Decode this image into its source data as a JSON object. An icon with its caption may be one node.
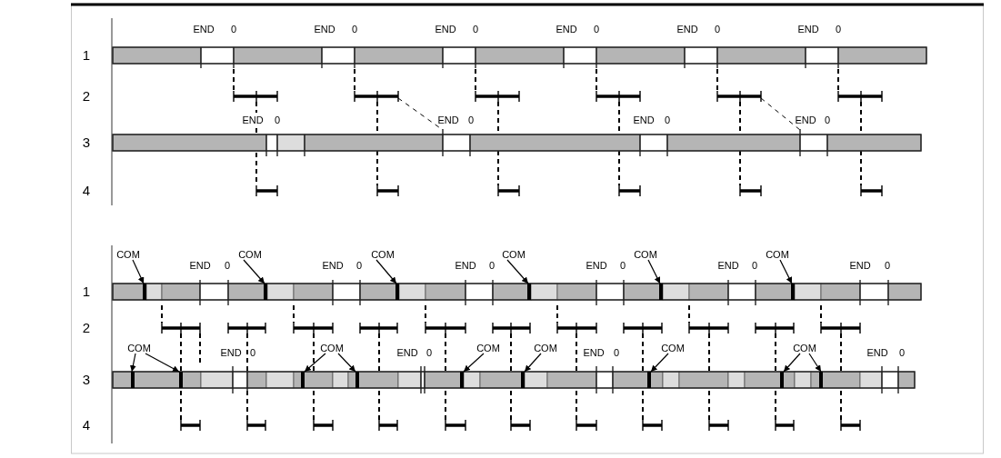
{
  "diagram": {
    "nodes": [
      {
        "text": [
          "COM"
        ]
      },
      {
        "text": [
          "COM"
        ]
      },
      {
        "text": [
          "COM"
        ]
      },
      {
        "text": [
          "COM"
        ]
      },
      {
        "text": [
          "COM"
        ]
      },
      {
        "text": [
          "COM"
        ]
      },
      {
        "text": [],
        "shape": "bar"
      },
      {
        "text": [],
        "shape": "bar"
      },
      {
        "text": [],
        "shape": "bar"
      },
      {
        "text": [],
        "shape": "bar"
      },
      {
        "text": [],
        "shape": "bar"
      },
      {
        "text": [],
        "shape": "bar"
      },
      {
        "text": [
          "COM"
        ]
      },
      {
        "text": [
          "COM"
        ]
      },
      {
        "text": [
          "COM"
        ]
      },
      {
        "text": [
          "COM"
        ]
      },
      {
        "text": [
          "COM"
        ]
      },
      {
        "text": [
          "COM"
        ]
      },
      {
        "text": [],
        "shape": "bar"
      },
      {
        "text": [],
        "shape": "bar"
      },
      {
        "text": [],
        "shape": "bar"
      },
      {
        "text": [],
        "shape": "bar"
      },
      {
        "text": [],
        "shape": "bar"
      },
      {
        "text": [],
        "shape": "bar"
      },
      {
        "text": [],
        "shape": "bar"
      },
      {
        "text": [],
        "shape": "bar"
      },
      {
        "text": [],
        "shape": "bar"
      }
    ],
    "edges": [
      {
        "from": 0,
        "to": 6,
        "arrow": "to"
      },
      {
        "from": 1,
        "to": 7,
        "arrow": "to"
      },
      {
        "from": 2,
        "to": 8,
        "arrow": "to"
      },
      {
        "from": 3,
        "to": 9,
        "arrow": "to"
      },
      {
        "from": 4,
        "to": 10,
        "arrow": "to"
      },
      {
        "from": 5,
        "to": 11,
        "arrow": "to"
      },
      {
        "from": 12,
        "to": 18,
        "arrow": "to"
      },
      {
        "from": 12,
        "to": 19,
        "arrow": "to"
      },
      {
        "from": 13,
        "to": 20,
        "arrow": "to"
      },
      {
        "from": 13,
        "to": 21,
        "arrow": "to"
      },
      {
        "from": 14,
        "to": 22,
        "arrow": "to"
      },
      {
        "from": 15,
        "to": 23,
        "arrow": "to"
      },
      {
        "from": 16,
        "to": 24,
        "arrow": "to"
      },
      {
        "from": 17,
        "to": 25,
        "arrow": "to"
      },
      {
        "from": 17,
        "to": 26,
        "arrow": "to"
      }
    ],
    "labels": [
      "END",
      "0",
      "END",
      "0",
      "END",
      "0",
      "END",
      "0",
      "END",
      "0",
      "END",
      "0",
      "1",
      "2",
      "END",
      "0",
      "END",
      "0",
      "END",
      "0",
      "END",
      "0",
      "3",
      "4",
      "END",
      "0",
      "END",
      "0",
      "END",
      "0",
      "END",
      "0",
      "END",
      "0",
      "END",
      "0",
      "1",
      "2",
      "END",
      "0",
      "END",
      "0",
      "END",
      "0",
      "END",
      "0",
      "3",
      "4"
    ]
  }
}
